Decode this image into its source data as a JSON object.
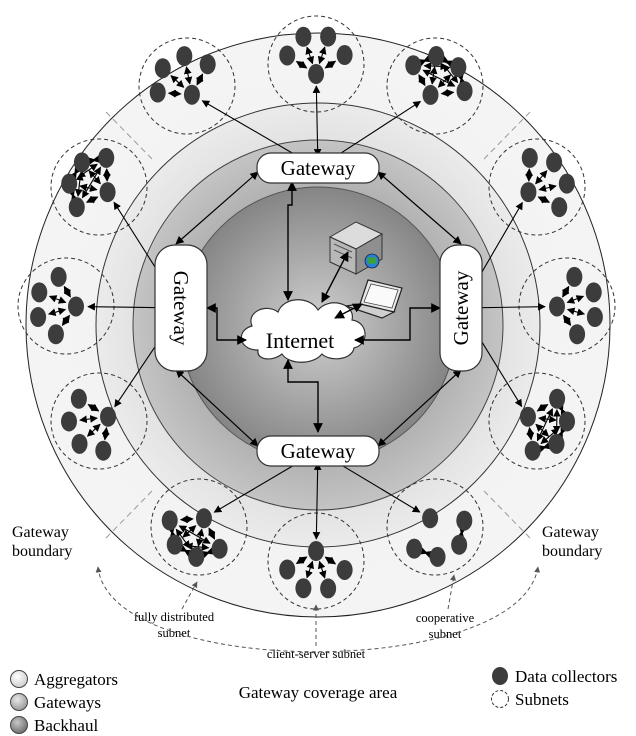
{
  "gateways": {
    "top": "Gateway",
    "bottom": "Gateway",
    "left": "Gateway",
    "right": "Gateway"
  },
  "internet_label": "Internet",
  "boundary_labels": {
    "left": [
      "Gateway",
      "boundary"
    ],
    "right": [
      "Gateway",
      "boundary"
    ]
  },
  "subnet_labels": {
    "fully_distributed": [
      "fully distributed",
      "subnet"
    ],
    "client_server": "client-server subnet",
    "cooperative": [
      "cooperative",
      "subnet"
    ]
  },
  "coverage_label": "Gateway coverage area",
  "legend": {
    "left": [
      {
        "label": "Aggregators",
        "color": "#e6e6e6"
      },
      {
        "label": "Gateways",
        "color": "#b4b4b4"
      },
      {
        "label": "Backhaul",
        "color": "#8c8c8c"
      }
    ],
    "right": [
      {
        "label": "Data collectors",
        "type": "filled"
      },
      {
        "label": "Subnets",
        "type": "dashed"
      }
    ]
  },
  "colors": {
    "outer_ring": "#f2f2f2",
    "aggregator_ring": "#e6e6e6",
    "gateway_ring": "#b4b4b4",
    "backhaul_core": "#8c8c8c",
    "collector": "#3c3c3c"
  }
}
